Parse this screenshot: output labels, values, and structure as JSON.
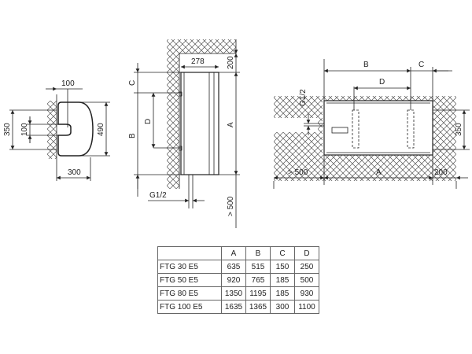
{
  "left_view": {
    "dim_top": "100",
    "dim_bottom": "300",
    "dim_height": "490",
    "dim_mount_outer": "350",
    "dim_mount_inner": "100"
  },
  "side_view": {
    "dim_depth": "278",
    "dim_ceiling": "200",
    "dim_a": "A",
    "dim_below": "> 500",
    "dim_c": "C",
    "dim_b": "B",
    "dim_d": "D",
    "pipe": "G1/2"
  },
  "top_view": {
    "dim_b": "B",
    "dim_c": "C",
    "dim_d": "D",
    "dim_a": "A",
    "dim_side_clearance": "> 500",
    "dim_wall": "200",
    "dim_mount": "350",
    "pipe": "G1/2"
  },
  "table": {
    "headers": [
      "",
      "A",
      "B",
      "C",
      "D"
    ],
    "rows": [
      [
        "FTG 30 E5",
        "635",
        "515",
        "150",
        "250"
      ],
      [
        "FTG 50 E5",
        "920",
        "765",
        "185",
        "500"
      ],
      [
        "FTG 80 E5",
        "1350",
        "1195",
        "185",
        "930"
      ],
      [
        "FTG 100 E5",
        "1635",
        "1365",
        "300",
        "1100"
      ]
    ]
  }
}
